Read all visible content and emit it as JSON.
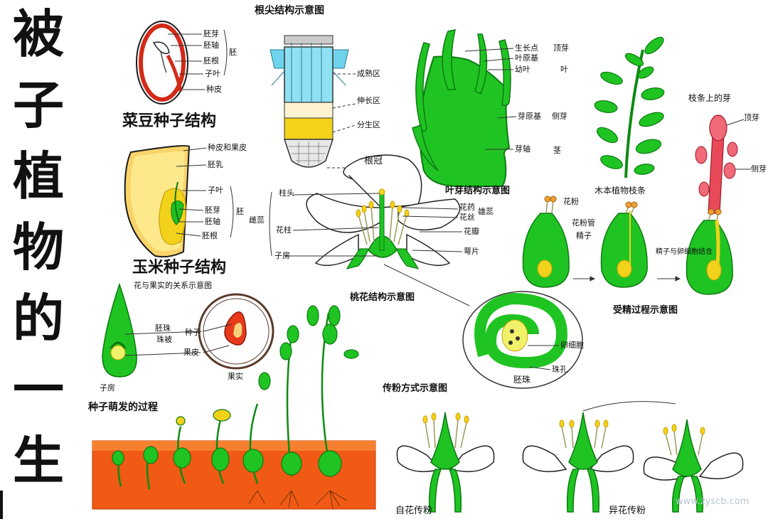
{
  "title": {
    "chars": [
      "被",
      "子",
      "植",
      "物",
      "的",
      "一",
      "生"
    ]
  },
  "captions": {
    "bean_seed": "菜豆种子结构",
    "corn_seed": "玉米种子结构",
    "root_tip": "根尖结构示意图",
    "leaf_bud": "叶芽结构示意图",
    "peach_flower": "桃花结构示意图",
    "germination": "种子萌发的过程",
    "pollination": "传粉方式示意图",
    "self_pollination": "自花传粉",
    "cross_pollination": "异花传粉",
    "fertilization": "受精过程示意图",
    "flower_fruit": "花与果实的关系示意图",
    "dicot_branch": "木本植物枝条",
    "branch_bud": "枝条上的芽",
    "ovule": "胚珠",
    "fruit": "果实",
    "ovary": "子房"
  },
  "bean_labels": {
    "plumule": "胚芽",
    "hypocotyl": "胚轴",
    "radicle": "胚根",
    "cotyledon": "子叶",
    "seed_coat": "种皮",
    "embryo": "胚"
  },
  "corn_labels": {
    "seed_coat": "种皮和果皮",
    "endosperm": "胚乳",
    "cotyledon": "子叶",
    "plumule": "胚芽",
    "hypocotyl": "胚轴",
    "radicle": "胚根",
    "embryo": "胚"
  },
  "root_labels": {
    "maturation": "成熟区",
    "elongation": "伸长区",
    "meristem": "分生区",
    "root_cap": "根冠"
  },
  "bud_labels": {
    "growth_point": "生长点",
    "leaf_primordium": "叶原基",
    "young_leaf": "幼叶",
    "terminal_bud": "顶芽",
    "leaf": "叶",
    "bud_primordium": "芽原基",
    "lateral_bud": "侧芽",
    "bud_axis": "芽轴",
    "stem": "茎"
  },
  "flower_labels": {
    "stigma": "柱头",
    "style": "花柱",
    "ovary": "子房",
    "pistil": "雌蕊",
    "anther": "花药",
    "filament": "花丝",
    "stamen": "雄蕊",
    "petal": "花瓣",
    "sepal": "萼片"
  },
  "fert_labels": {
    "pollen": "花粉",
    "pollen_tube": "花粉管",
    "sperm": "精子",
    "sperm_egg": "精子与卵细胞结合",
    "egg": "卵细胞",
    "micropyle": "珠孔"
  },
  "fruit_labels": {
    "ovule": "胚珠",
    "integument": "珠被",
    "seed": "种子",
    "peel": "果皮"
  },
  "bud_side_labels": {
    "top": "顶芽",
    "side": "侧芽"
  },
  "watermark": "www.zyscb.com",
  "colors": {
    "green": "#19c41f",
    "dark_green": "#0d8a12",
    "yellow": "#f2d21a",
    "red": "#e52a1a",
    "soil": "#f05a14",
    "cyan": "#6fd3ec",
    "pink": "#e83a4a"
  }
}
